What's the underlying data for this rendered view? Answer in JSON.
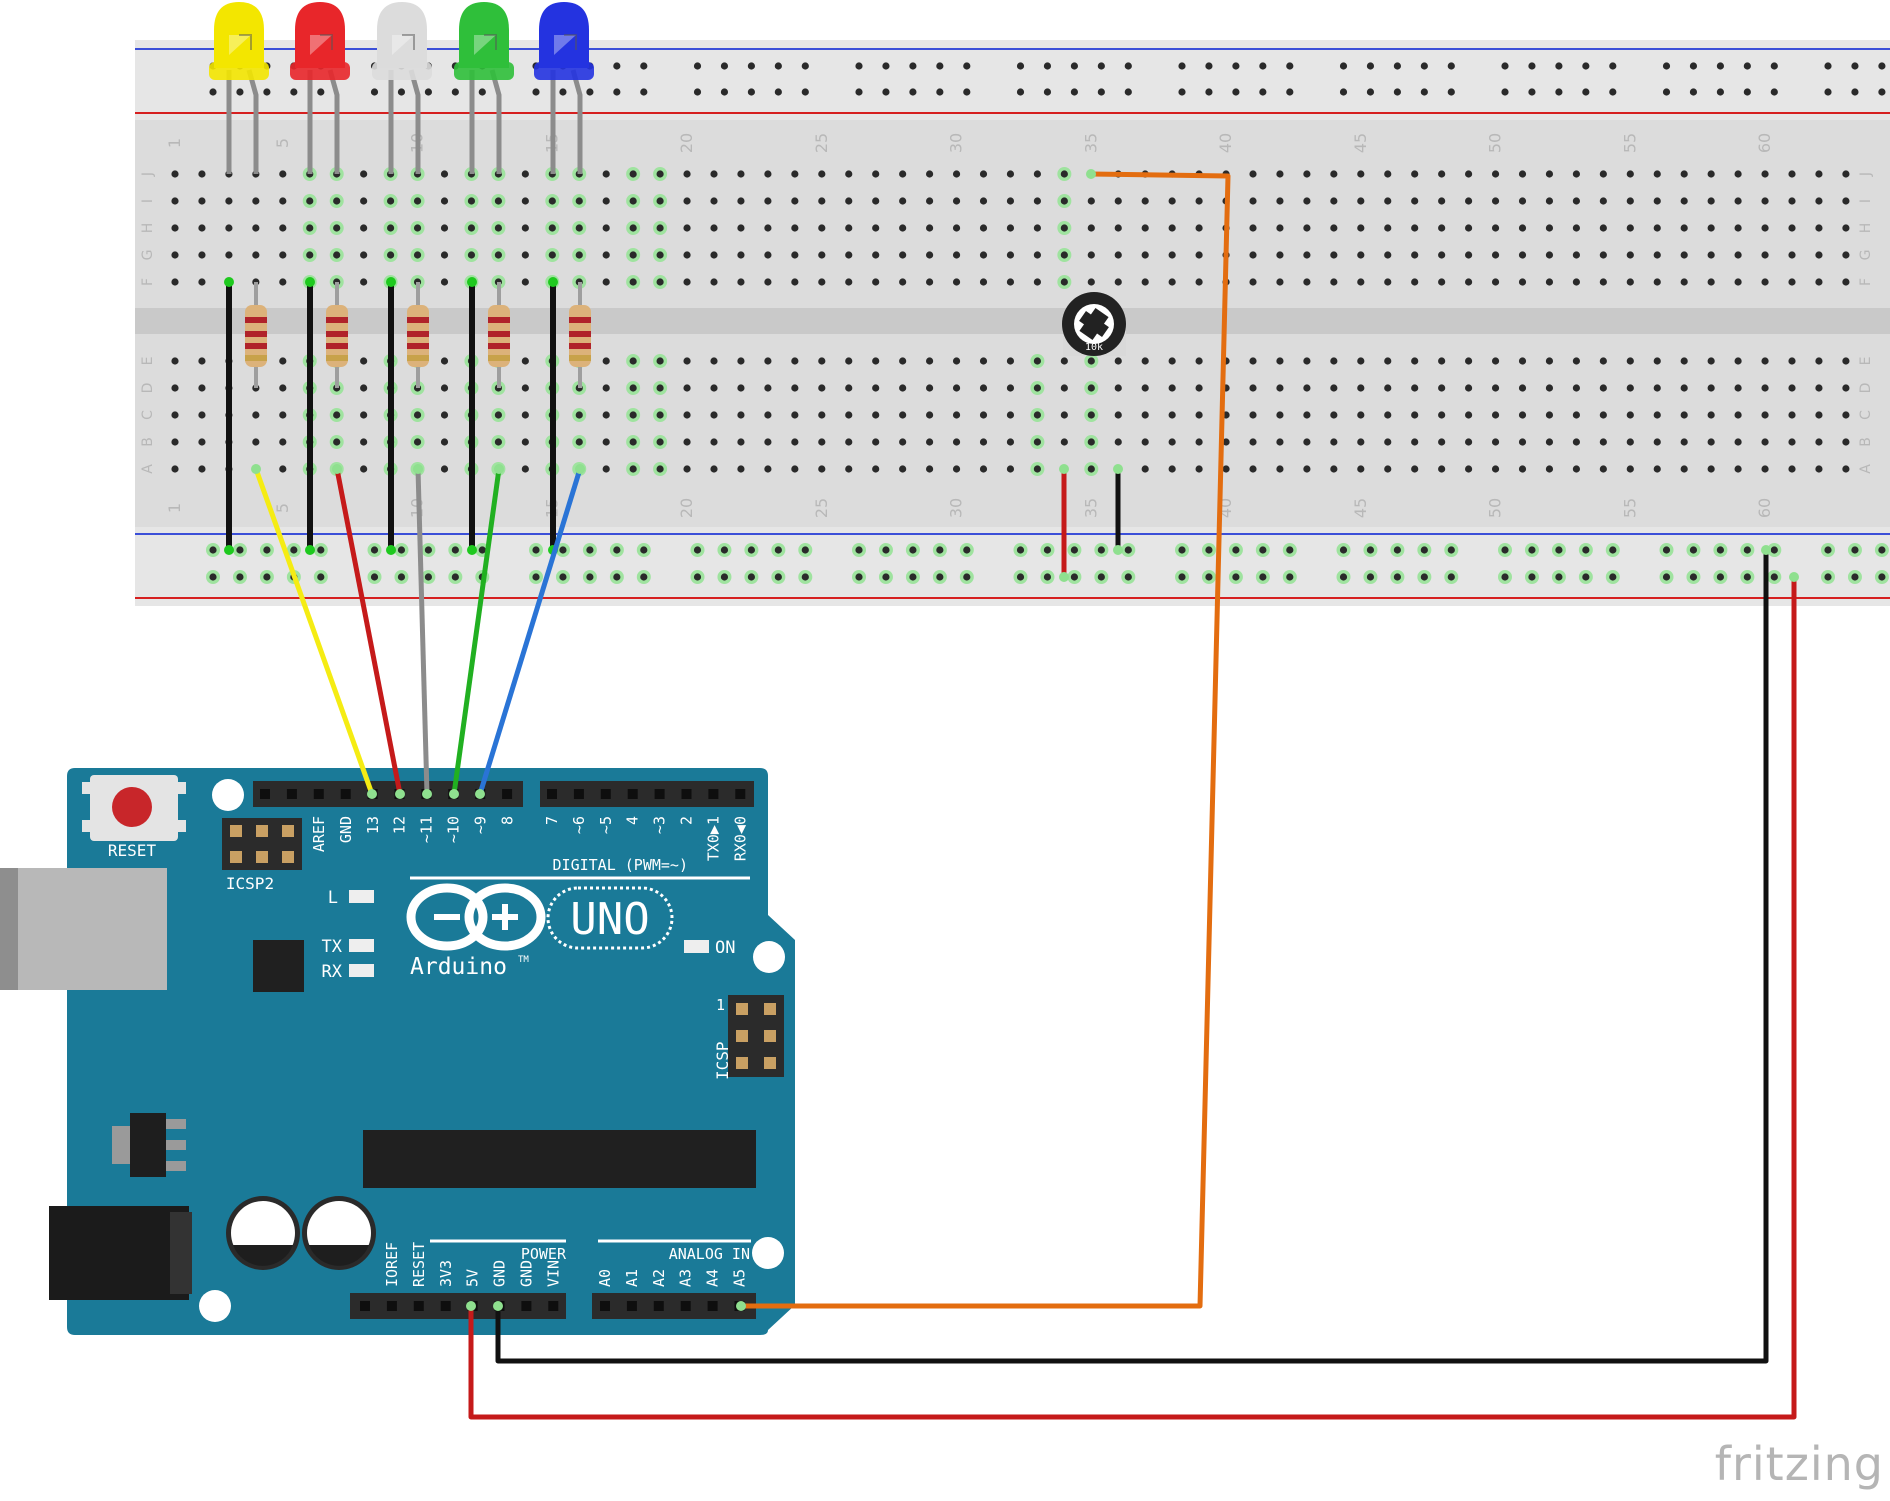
{
  "board": {
    "reset_label": "RESET",
    "icsp2_label": "ICSP2",
    "icsp_label": "ICSP",
    "icsp_pin1": "1",
    "digital_label": "DIGITAL (PWM=~)",
    "uno_label": "UNO",
    "brand_label": "Arduino",
    "tm": "TM",
    "led_l": "L",
    "led_tx": "TX",
    "led_rx": "RX",
    "led_on": "ON",
    "power_label": "POWER",
    "analog_label": "ANALOG IN",
    "top_pins": [
      "AREF",
      "GND",
      "13",
      "12",
      "~11",
      "~10",
      "~9",
      "8",
      "7",
      "~6",
      "~5",
      "4",
      "~3",
      "2",
      "TX0▶1",
      "RX0◀0"
    ],
    "power_pins": [
      "IOREF",
      "RESET",
      "3V3",
      "5V",
      "GND",
      "GND",
      "VIN"
    ],
    "analog_pins": [
      "A0",
      "A1",
      "A2",
      "A3",
      "A4",
      "A5"
    ]
  },
  "breadboard": {
    "column_numbers": [
      "1",
      "5",
      "10",
      "15",
      "20",
      "25",
      "30",
      "35",
      "40",
      "45",
      "50",
      "55",
      "60"
    ],
    "row_letters_top": [
      "J",
      "I",
      "H",
      "G",
      "F"
    ],
    "row_letters_bottom": [
      "E",
      "D",
      "C",
      "B",
      "A"
    ]
  },
  "components": {
    "leds": [
      {
        "name": "yellow",
        "color": "#f3e600"
      },
      {
        "name": "red",
        "color": "#e8262a"
      },
      {
        "name": "white",
        "color": "#dcdcdc"
      },
      {
        "name": "green",
        "color": "#2fbf3a"
      },
      {
        "name": "blue",
        "color": "#2433e0"
      }
    ],
    "potentiometer_label": "10k",
    "wire_colors": {
      "yellow": "#f5ec13",
      "red": "#c51a1a",
      "gray": "#8c8c8c",
      "green": "#21b021",
      "blue": "#2a74d6",
      "orange": "#e36d10",
      "black": "#111111"
    }
  },
  "credit": "fritzing"
}
